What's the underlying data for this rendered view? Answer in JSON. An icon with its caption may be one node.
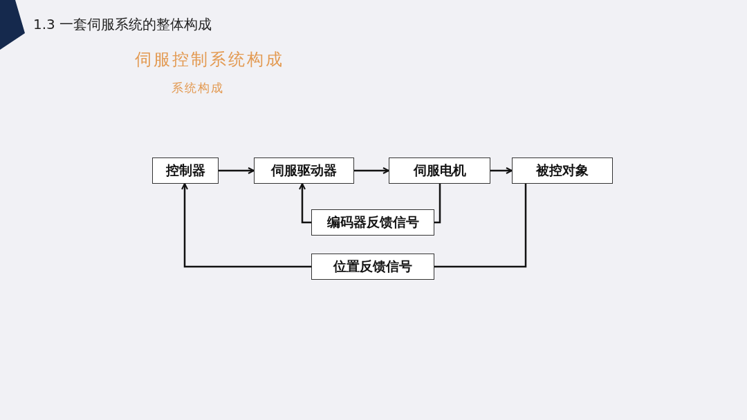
{
  "diagram": {
    "title": "1.3 一套伺服系统的整体构成",
    "nodes": [
      {
        "text": [
          "控制器"
        ]
      },
      {
        "text": [
          "伺服驱动器"
        ]
      },
      {
        "text": [
          "伺服电机"
        ]
      },
      {
        "text": [
          "被控对象"
        ]
      },
      {
        "text": [
          "编码器反馈信号"
        ]
      },
      {
        "text": [
          "位置反馈信号"
        ]
      }
    ],
    "edges": [
      {
        "from": 0,
        "to": 1,
        "arrow": "to"
      },
      {
        "from": 1,
        "to": 2,
        "arrow": "to"
      },
      {
        "from": 2,
        "to": 3,
        "arrow": "to"
      },
      {
        "from": 2,
        "to": 4,
        "arrow": "none"
      },
      {
        "from": 4,
        "to": 1,
        "arrow": "to"
      },
      {
        "from": 3,
        "to": 5,
        "arrow": "none"
      },
      {
        "from": 5,
        "to": 0,
        "arrow": "to"
      }
    ],
    "labels": [
      "伺服控制系统构成",
      "系统构成"
    ]
  }
}
